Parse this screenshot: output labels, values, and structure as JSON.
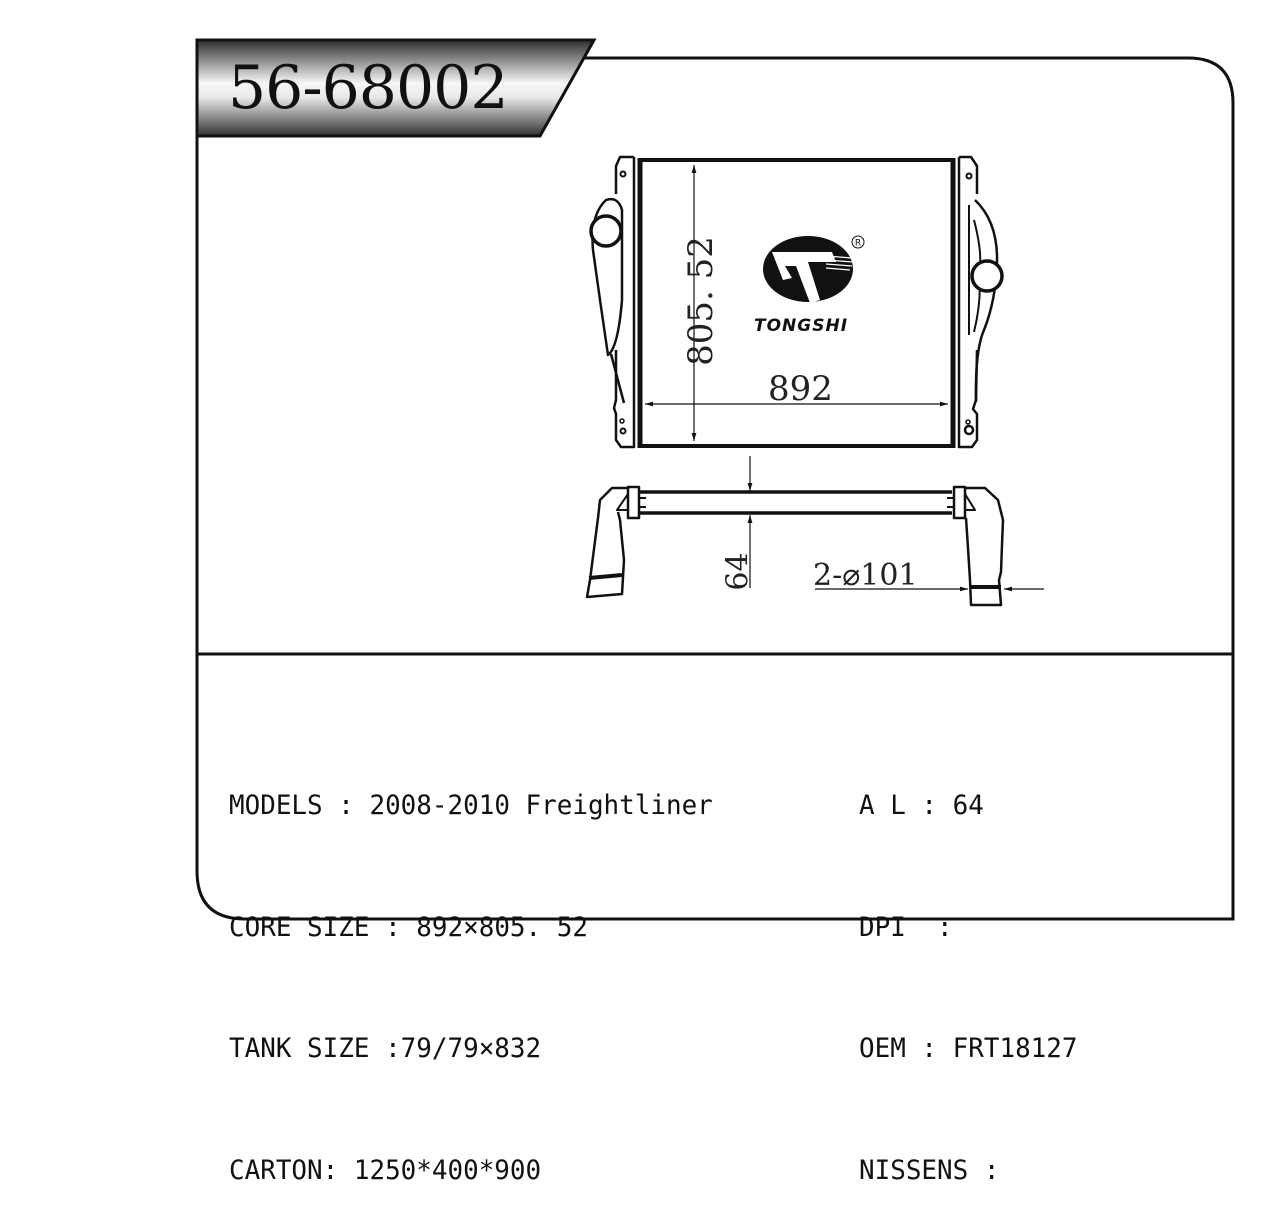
{
  "part_number": "56-68002",
  "drawing": {
    "brand_name": "TONGSHI",
    "registered_mark": "R",
    "dimensions": {
      "core_width": "892",
      "core_height": "805. 52",
      "core_thickness": "64",
      "pipe_diameter": "2-⌀101"
    }
  },
  "specs": {
    "left": [
      {
        "label": "MODELS",
        "separator": " : ",
        "value": "2008-2010 Freightliner"
      },
      {
        "label": "CORE SIZE",
        "separator": " : ",
        "value": "892×805. 52"
      },
      {
        "label": "TANK SIZE",
        "separator": " :",
        "value": "79/79×832"
      },
      {
        "label": "CARTON",
        "separator": ": ",
        "value": "1250*400*900"
      }
    ],
    "right": [
      {
        "label": "A L",
        "separator": " : ",
        "value": "64"
      },
      {
        "label": "DPI",
        "separator": "  : ",
        "value": ""
      },
      {
        "label": "OEM",
        "separator": " : ",
        "value": "FRT18127"
      },
      {
        "label": "NISSENS",
        "separator": " : ",
        "value": ""
      }
    ]
  },
  "colors": {
    "line": "#111111",
    "background": "#ffffff",
    "tab_gradient_dark": "#3a3a3a",
    "tab_gradient_light": "#f4f4f4"
  }
}
